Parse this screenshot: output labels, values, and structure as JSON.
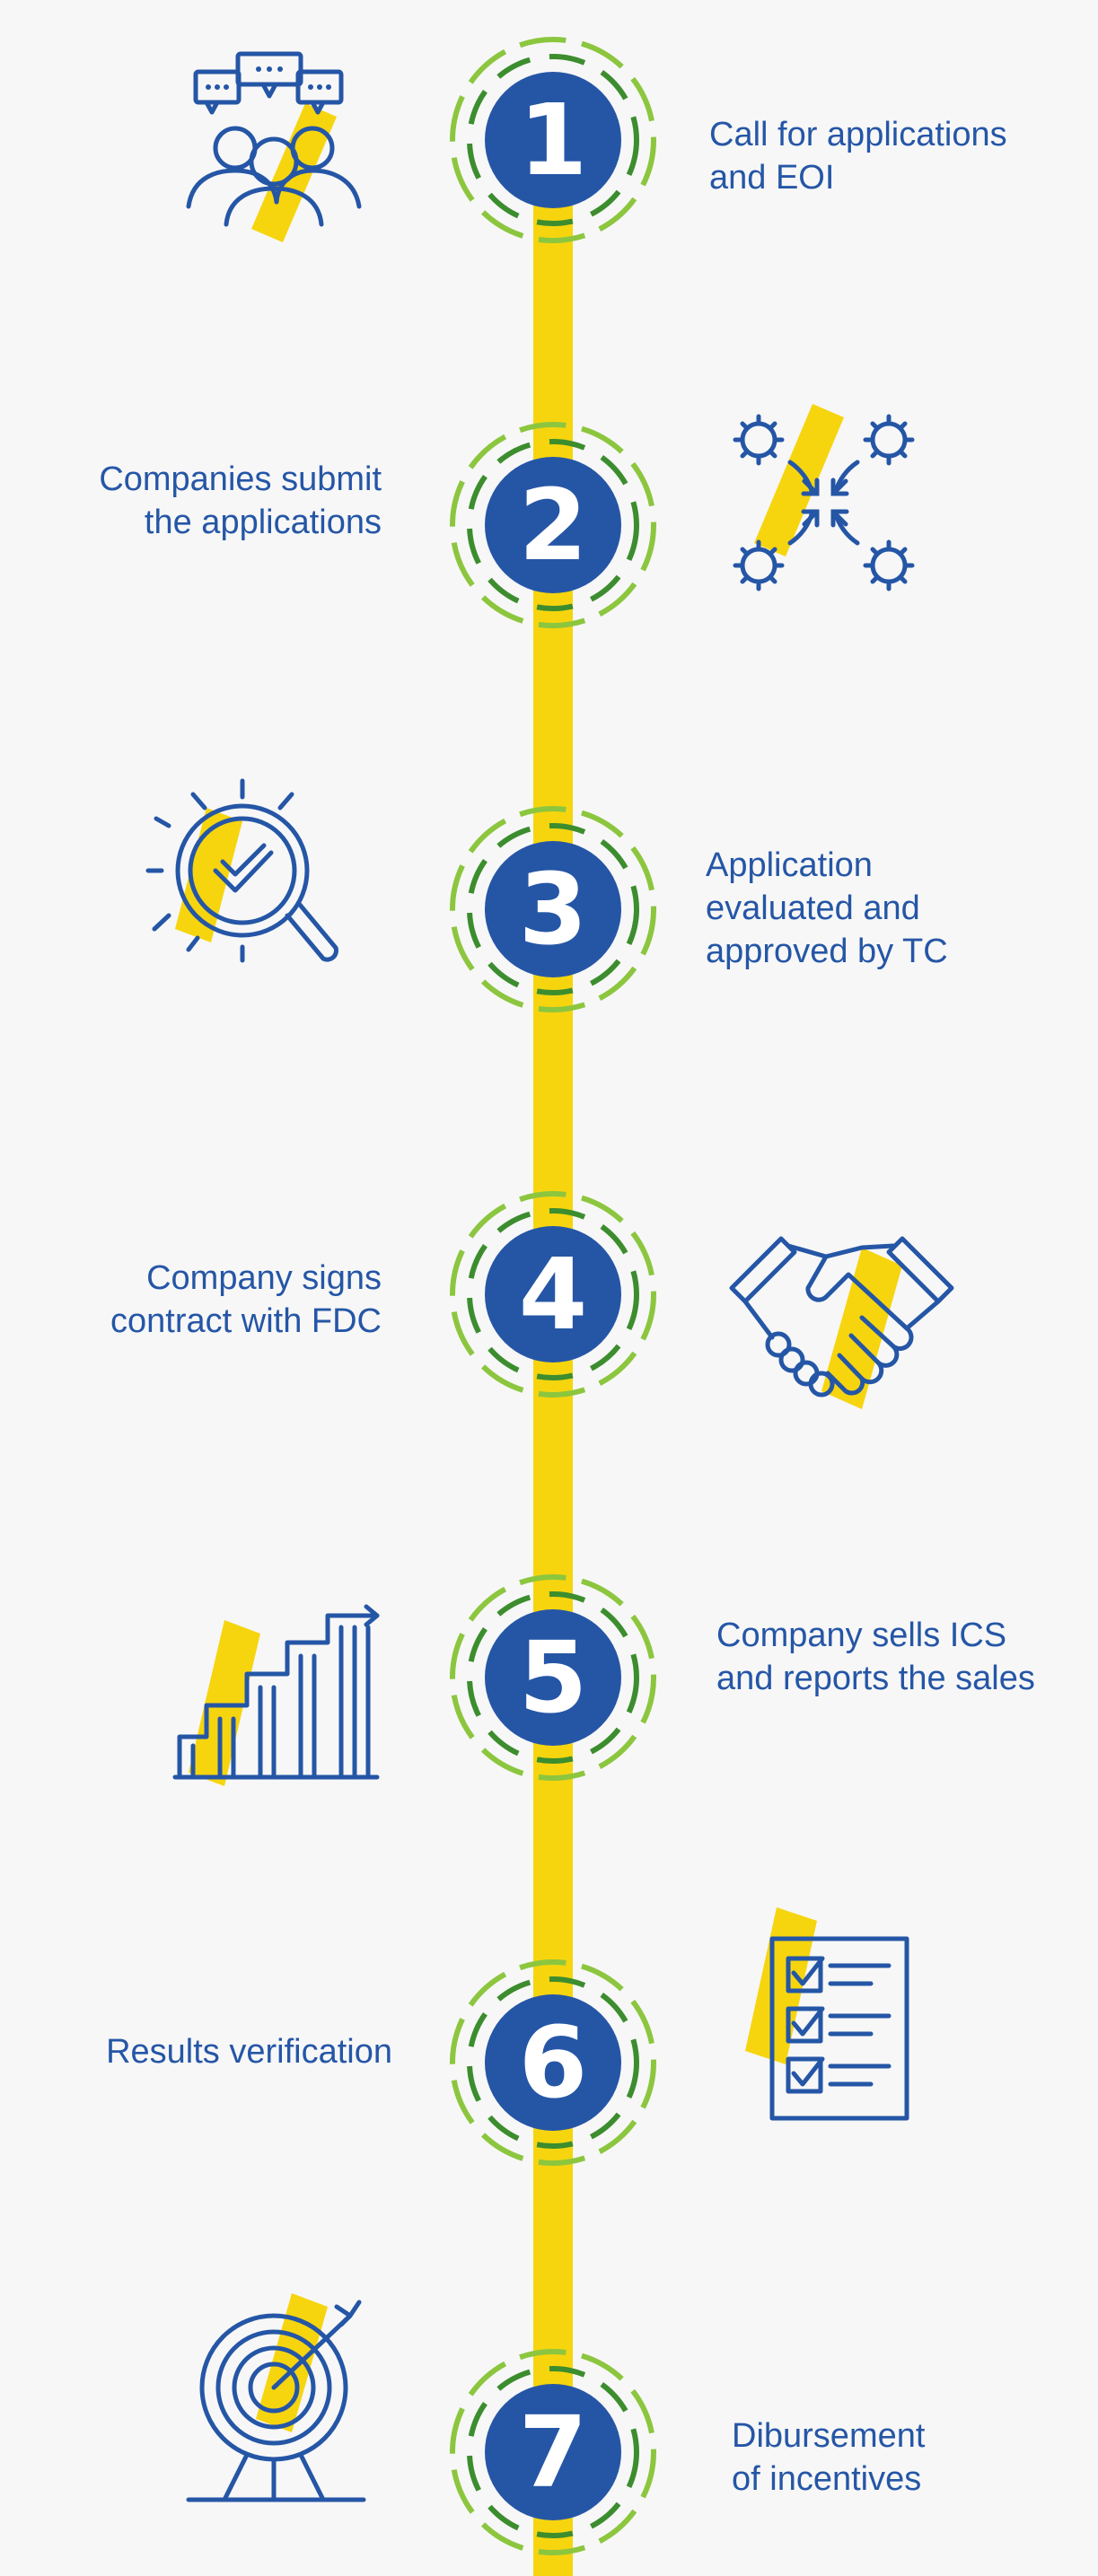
{
  "colors": {
    "blue": "#2556a6",
    "yellow": "#f6d50f",
    "green_light": "#8cc63f",
    "green_dark": "#3c8d2e",
    "background": "#f7f7f7"
  },
  "steps": [
    {
      "number": "1",
      "label_lines": [
        "Call for applications",
        "and EOI"
      ],
      "icon": "people-discussion-icon"
    },
    {
      "number": "2",
      "label_lines": [
        "Companies submit",
        "the applications"
      ],
      "icon": "gears-network-icon"
    },
    {
      "number": "3",
      "label_lines": [
        "Application",
        "evaluated and",
        "approved by TC"
      ],
      "icon": "magnifier-check-icon"
    },
    {
      "number": "4",
      "label_lines": [
        "Company signs",
        "contract with FDC"
      ],
      "icon": "handshake-icon"
    },
    {
      "number": "5",
      "label_lines": [
        "Company sells ICS",
        "and reports the sales"
      ],
      "icon": "growth-chart-icon"
    },
    {
      "number": "6",
      "label_lines": [
        "Results verification"
      ],
      "icon": "checklist-icon"
    },
    {
      "number": "7",
      "label_lines": [
        "Dibursement",
        "of incentives"
      ],
      "icon": "target-arrow-icon"
    }
  ]
}
